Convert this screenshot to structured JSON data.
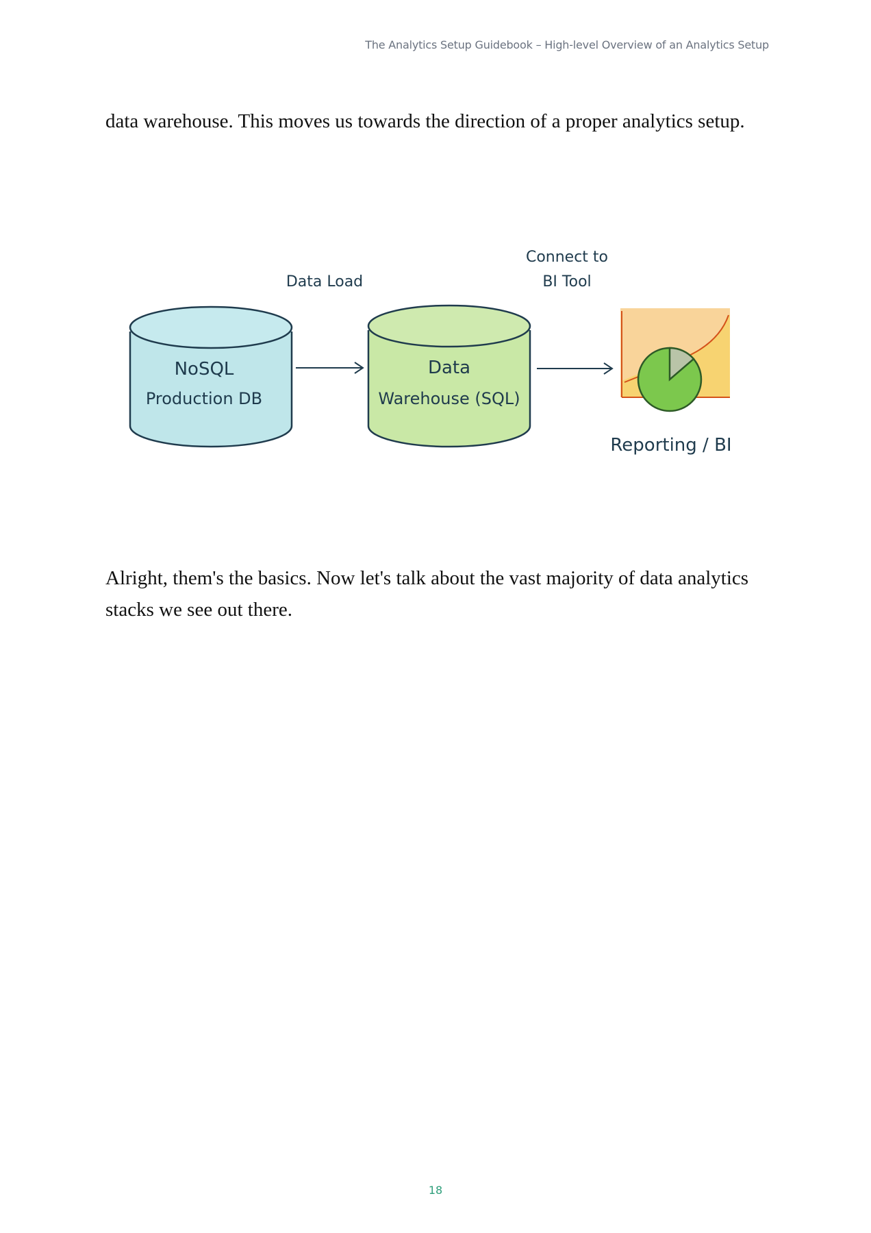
{
  "header": {
    "running_title": "The Analytics Setup Guidebook –  High-level Overview of an Analytics Setup"
  },
  "paragraphs": [
    "data warehouse. This moves us towards the direction of a proper analytics setup.",
    "Alright, them's the basics. Now let's talk about the vast majority of data analytics stacks we see out there."
  ],
  "diagram": {
    "nodes": [
      {
        "line1": "NoSQL",
        "line2": "Production DB",
        "color": "#bfe6ea"
      },
      {
        "line1": "Data",
        "line2": "Warehouse (SQL)",
        "color": "#c9e8a6"
      },
      {
        "label": "Reporting / BI"
      }
    ],
    "edges": [
      {
        "label": "Data Load"
      },
      {
        "label_line1": "Connect to",
        "label_line2": "BI Tool"
      }
    ],
    "colors": {
      "stroke": "#1f3b4d",
      "chart_bg": "#f6c47a",
      "chart_line": "#d4521a",
      "pie": "#7cc84d",
      "pie_slice": "#b9c4a8"
    }
  },
  "footer": {
    "page_number": "18"
  }
}
